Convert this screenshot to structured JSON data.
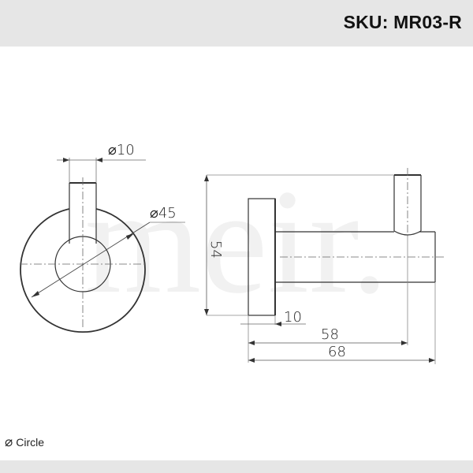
{
  "header": {
    "sku_label": "SKU: MR03-R"
  },
  "watermark": {
    "text": "meir."
  },
  "front_view": {
    "pin_diameter": "⌀10",
    "plate_diameter": "⌀45"
  },
  "side_view": {
    "height": "54",
    "plate_thickness": "10",
    "pin_offset": "58",
    "overall_depth": "68"
  },
  "legend": {
    "symbol": "⌀",
    "label": "Circle"
  },
  "colors": {
    "header_bg": "#e6e6e6",
    "line": "#333333",
    "dim_line": "#555555",
    "watermark": "#f0f0f0"
  }
}
